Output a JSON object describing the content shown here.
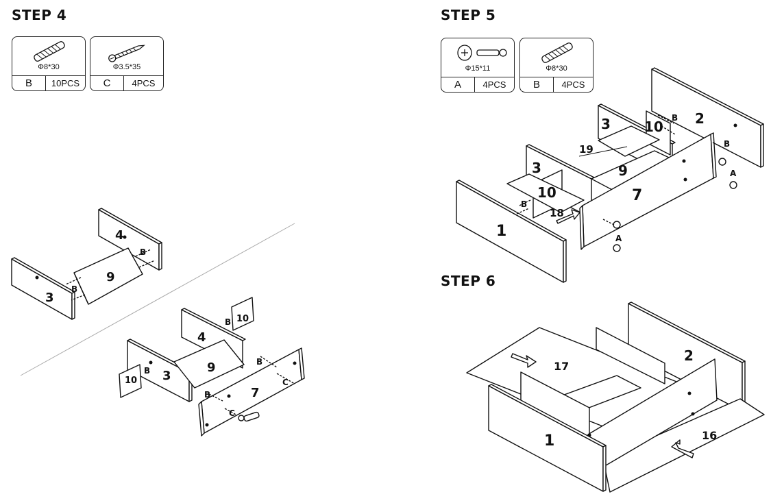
{
  "step4": {
    "title": "STEP 4",
    "hardware": [
      {
        "icon": "dowel-icon",
        "spec": "Φ8*30",
        "letter": "B",
        "qty": "10PCS"
      },
      {
        "icon": "screw-icon",
        "spec": "Φ3.5*35",
        "letter": "C",
        "qty": "4PCS"
      }
    ],
    "parts": {
      "p3a": "3",
      "p4a": "4",
      "p9a": "9",
      "p3b": "3",
      "p4b": "4",
      "p9b": "9",
      "p7": "7",
      "p10a": "10",
      "p10b": "10"
    },
    "labels": {
      "b1": "B",
      "b2": "B",
      "b3": "B",
      "b4": "B",
      "b5": "B",
      "b6": "B",
      "c1": "C",
      "c2": "C"
    }
  },
  "step5": {
    "title": "STEP 5",
    "hardware": [
      {
        "icon": "cam-lock-icon",
        "spec": "Φ15*11",
        "letter": "A",
        "qty": "4PCS"
      },
      {
        "icon": "dowel-icon",
        "spec": "Φ8*30",
        "letter": "B",
        "qty": "4PCS"
      }
    ],
    "parts": {
      "p1": "1",
      "p2": "2",
      "p3a": "3",
      "p3b": "3",
      "p7": "7",
      "p9": "9",
      "p10a": "10",
      "p10b": "10",
      "p18": "18",
      "p19": "19"
    },
    "labels": {
      "b1": "B",
      "b2": "B",
      "b3": "B",
      "a1": "A",
      "a2": "A"
    }
  },
  "step6": {
    "title": "STEP 6",
    "parts": {
      "p1": "1",
      "p2": "2",
      "p16": "16",
      "p17": "17"
    }
  },
  "colors": {
    "line": "#111111",
    "panel": "#ffffff"
  }
}
